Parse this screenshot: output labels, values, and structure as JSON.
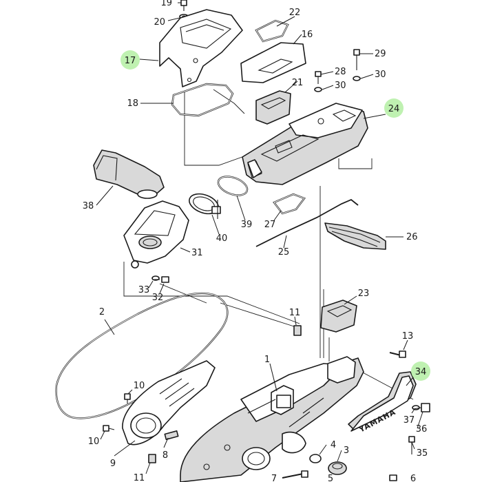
{
  "diagram": {
    "part_numbers": {
      "p1": "1",
      "p2": "2",
      "p3": "3",
      "p4": "4",
      "p5": "5",
      "p6": "6",
      "p7": "7",
      "p8": "8",
      "p9": "9",
      "p10a": "10",
      "p10b": "10",
      "p11a": "11",
      "p11b": "11",
      "p13": "13",
      "p16": "16",
      "p17": "17",
      "p18": "18",
      "p19": "19",
      "p20": "20",
      "p21": "21",
      "p22": "22",
      "p23": "23",
      "p24": "24",
      "p25": "25",
      "p26": "26",
      "p27": "27",
      "p28": "28",
      "p29": "29",
      "p30a": "30",
      "p30b": "30",
      "p31": "31",
      "p32": "32",
      "p33": "33",
      "p34": "34",
      "p35": "35",
      "p36": "36",
      "p37": "37",
      "p38": "38",
      "p39": "39",
      "p40": "40"
    },
    "highlighted_parts": [
      "17",
      "24",
      "34"
    ],
    "highlight_color": "#b8f0a8",
    "cover_branding": "YAMAHA"
  }
}
